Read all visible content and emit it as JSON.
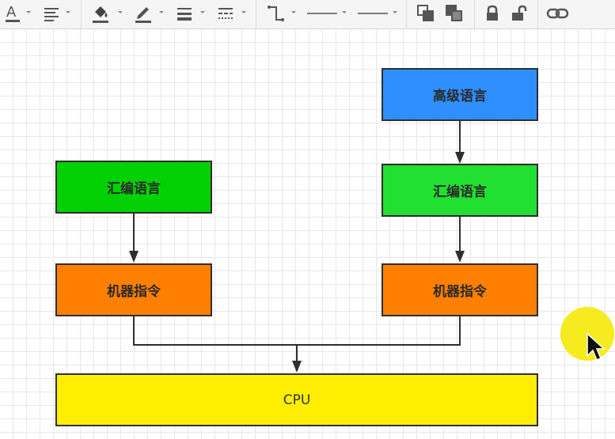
{
  "toolbar": {
    "text_tool_label": "A",
    "tools": [
      "font-color",
      "align",
      "fill-color",
      "line-color",
      "line-width",
      "line-style",
      "connector-waypoints",
      "line-start",
      "line-end",
      "to-front",
      "to-back",
      "lock",
      "unlock",
      "link"
    ]
  },
  "diagram": {
    "left": {
      "assembly": "汇编语言",
      "machine": "机器指令"
    },
    "right": {
      "high_level": "高级语言",
      "assembly": "汇编语言",
      "machine": "机器指令"
    },
    "cpu": "CPU"
  },
  "colors": {
    "blue": "#2f8fff",
    "green_left": "#04d104",
    "green_right": "#22e032",
    "orange": "#ff8000",
    "yellow": "#ffee00",
    "highlight": "#f4ea12"
  }
}
